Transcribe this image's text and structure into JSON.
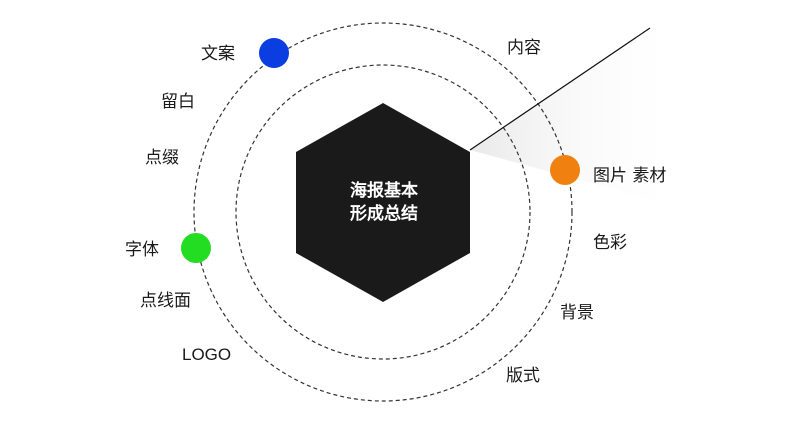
{
  "center": {
    "title_line1": "海报基本",
    "title_line2": "形成总结",
    "fill": "#1a1a1a"
  },
  "labels": {
    "wenan": "文案",
    "neirong": "内容",
    "liubai": "留白",
    "dianzhui": "点缀",
    "tupian": "图片  素材",
    "secai": "色彩",
    "ziti": "字体",
    "dianxianmian": "点线面",
    "beijing": "背景",
    "logo": "LOGO",
    "banshi": "版式"
  },
  "colors": {
    "dot_blue": "#0a3ee0",
    "dot_orange": "#f08010",
    "dot_green": "#22dd22",
    "ring": "#333333"
  }
}
